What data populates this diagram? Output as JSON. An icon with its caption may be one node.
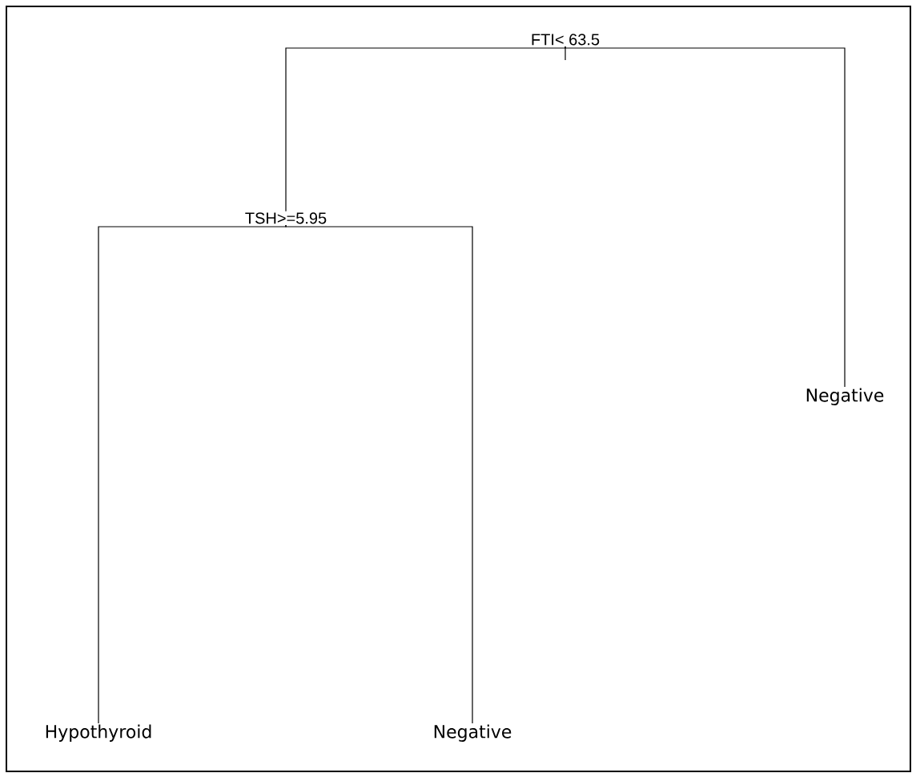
{
  "diagram": {
    "nodes": [
      {
        "text": [
          "FTI< 63.5"
        ]
      },
      {
        "text": [
          "TSH>=5.95"
        ]
      },
      {
        "text": [
          "Hypothyroid"
        ]
      },
      {
        "text": [
          "Negative"
        ]
      },
      {
        "text": [
          "Negative"
        ]
      }
    ],
    "edges": [
      {
        "from": 0,
        "to": 1,
        "arrow": "none"
      },
      {
        "from": 0,
        "to": 4,
        "arrow": "none"
      },
      {
        "from": 1,
        "to": 2,
        "arrow": "none"
      },
      {
        "from": 1,
        "to": 3,
        "arrow": "none"
      }
    ]
  }
}
